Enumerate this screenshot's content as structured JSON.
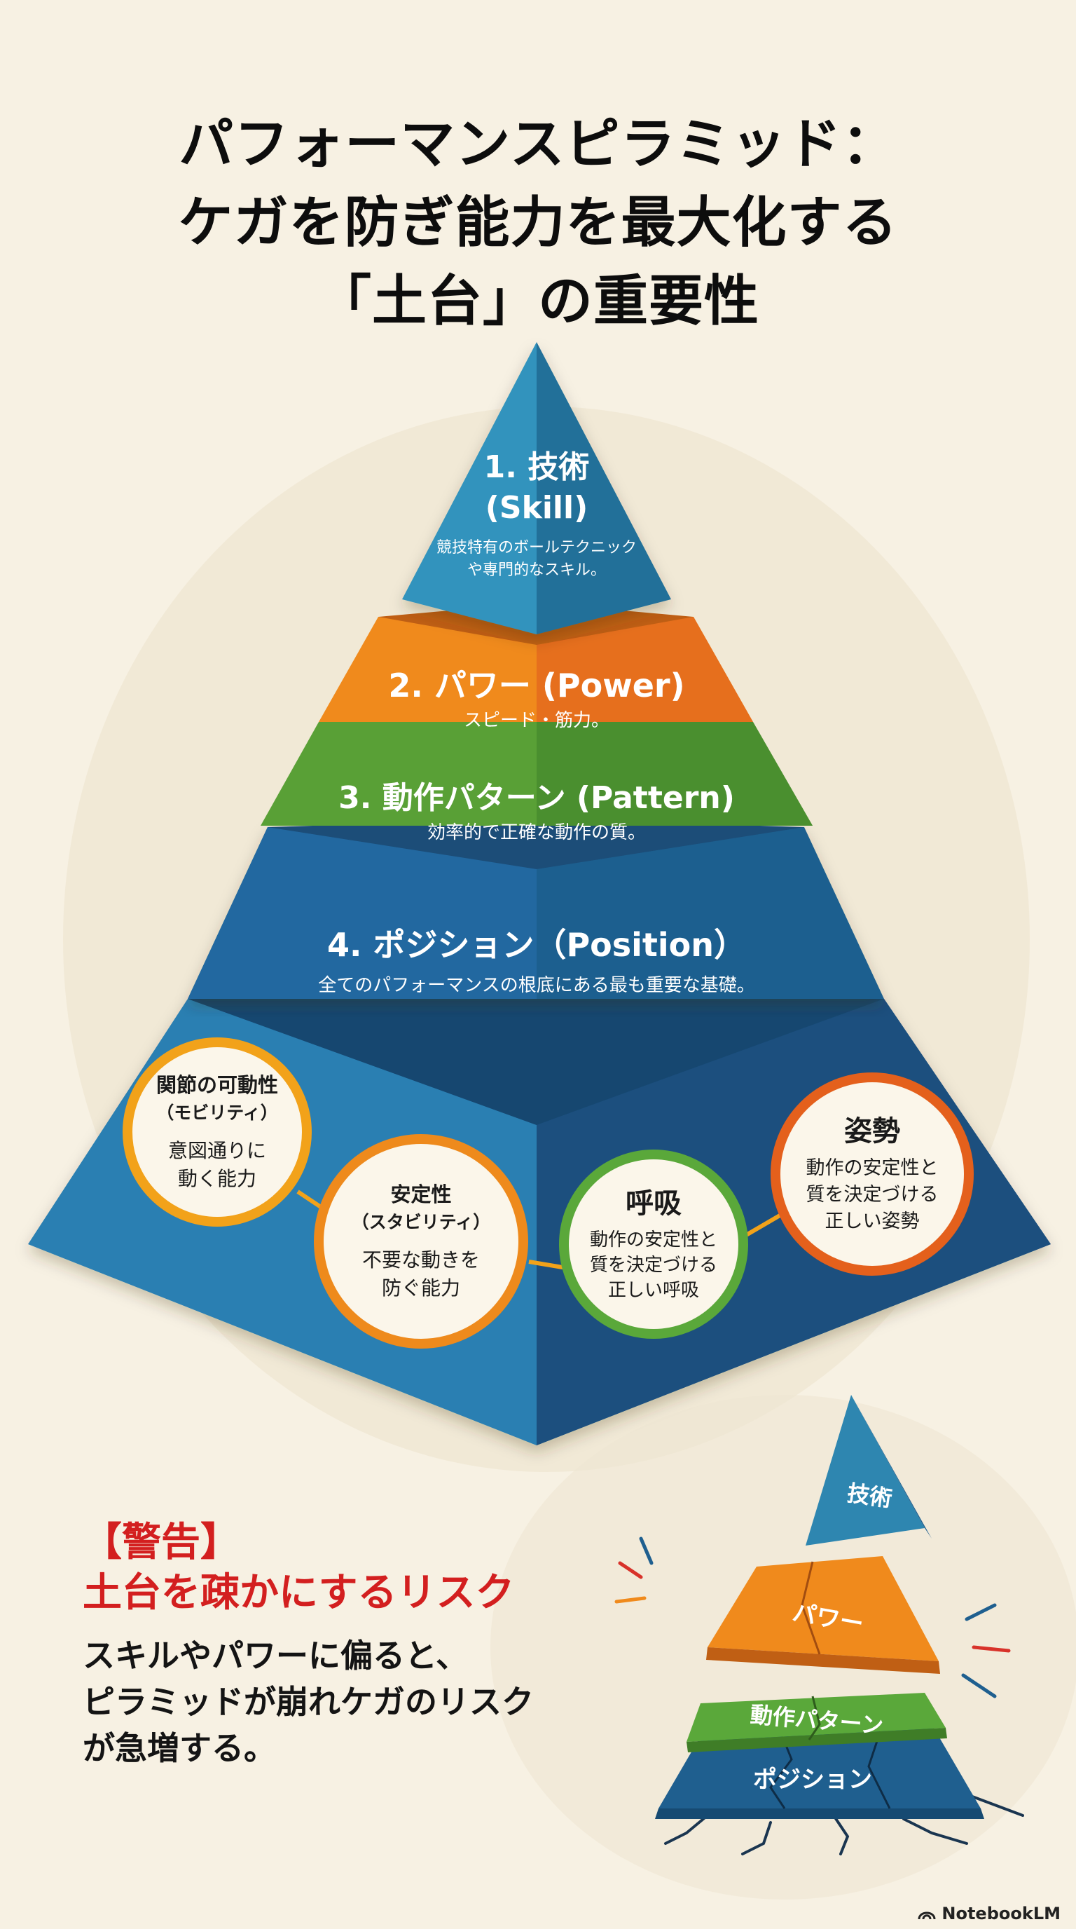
{
  "title": {
    "line1": "パフォーマンスピラミッド：",
    "line2": "ケガを防ぎ能力を最大化する",
    "line3": "「土台」の重要性"
  },
  "pyramid": {
    "levels": [
      {
        "title_line1": "1. 技術",
        "title_line2": "(Skill)",
        "desc_line1": "競技特有のボールテクニック",
        "desc_line2": "や専門的なスキル。",
        "color": "#2e86b0"
      },
      {
        "title": "2. パワー (Power)",
        "desc": "スピード・筋力。",
        "color": "#f08a1c"
      },
      {
        "title": "3. 動作パターン (Pattern)",
        "desc": "効率的で正確な動作の質。",
        "color": "#5fa83a"
      },
      {
        "title": "4. ポジション（Position）",
        "desc": "全てのパフォーマンスの根底にある最も重要な基礎。",
        "color": "#1f5f8f"
      }
    ],
    "foundation": [
      {
        "title_line1": "関節の可動性",
        "title_line2": "（モビリティ）",
        "desc_line1": "意図通りに",
        "desc_line2": "動く能力",
        "ring_color": "#f2a21a"
      },
      {
        "title_line1": "安定性",
        "title_line2": "（スタビリティ）",
        "desc_line1": "不要な動きを",
        "desc_line2": "防ぐ能力",
        "ring_color": "#ee8a1c"
      },
      {
        "title": "呼吸",
        "desc_line1": "動作の安定性と",
        "desc_line2": "質を決定づける",
        "desc_line3": "正しい呼吸",
        "ring_color": "#5aa83a"
      },
      {
        "title": "姿勢",
        "desc_line1": "動作の安定性と",
        "desc_line2": "質を決定づける",
        "desc_line3": "正しい姿勢",
        "ring_color": "#e4601c"
      }
    ]
  },
  "warning": {
    "label": "【警告】",
    "heading": "土台を疎かにするリスク",
    "body_line1": "スキルやパワーに偏ると、",
    "body_line2": "ピラミッドが崩れケガのリスク",
    "body_line3": "が急増する。"
  },
  "broken_pyramid": {
    "labels": [
      "技術",
      "パワー",
      "動作パターン",
      "ポジション"
    ]
  },
  "brand": {
    "name": "NotebookLM",
    "icon": "notebooklm-logo-icon"
  }
}
